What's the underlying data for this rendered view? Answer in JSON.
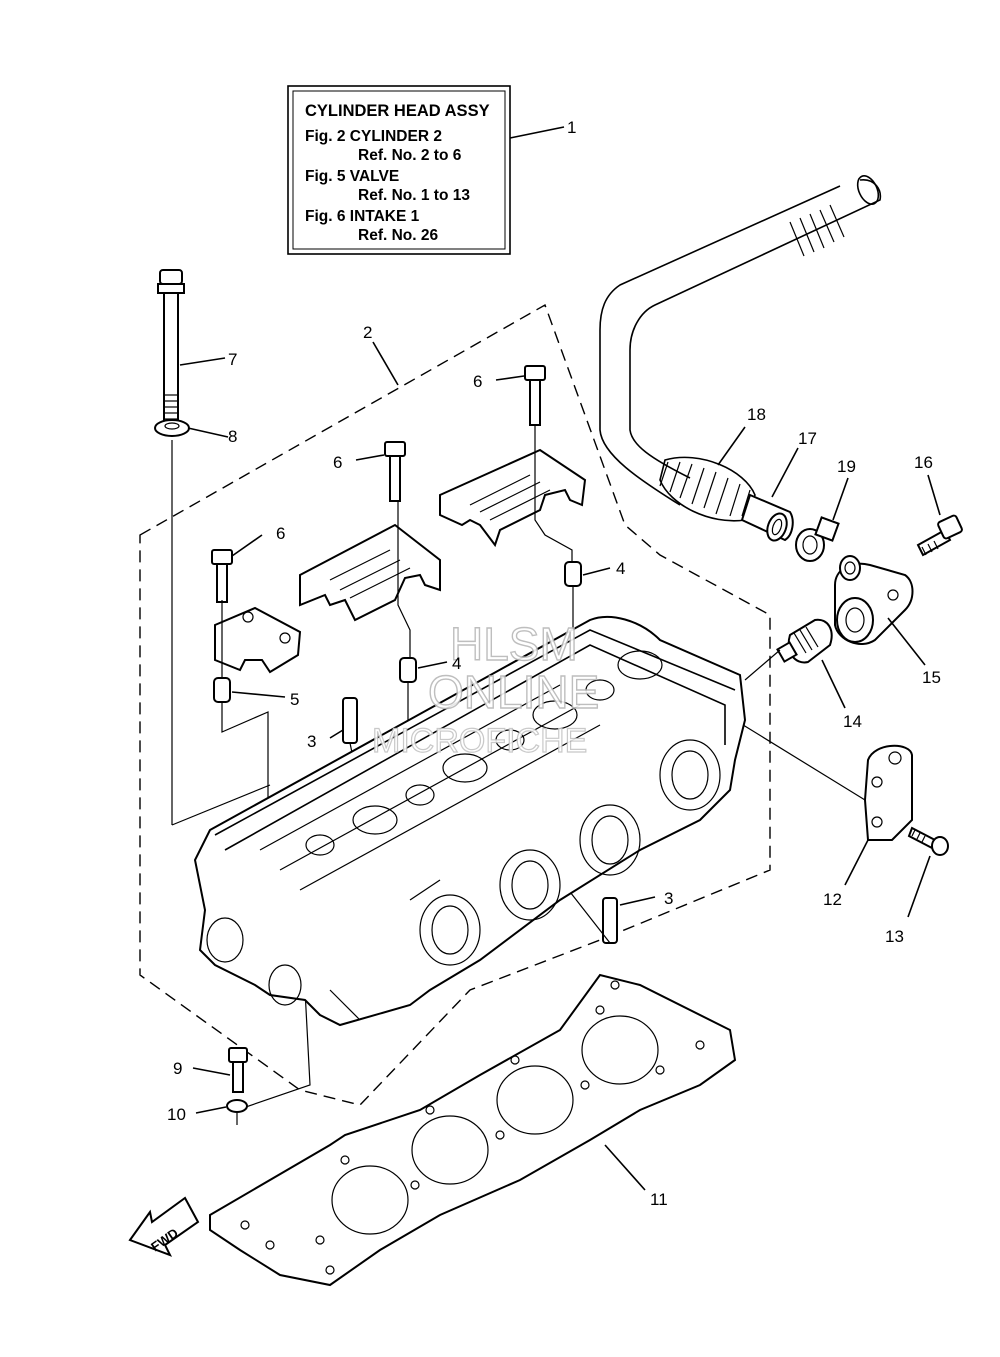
{
  "info_box": {
    "title": "CYLINDER HEAD ASSY",
    "lines": [
      {
        "fig": "Fig. 2 CYLINDER 2",
        "ref": "Ref. No. 2 to 6"
      },
      {
        "fig": "Fig. 5 VALVE",
        "ref": "Ref. No. 1 to 13"
      },
      {
        "fig": "Fig. 6 INTAKE 1",
        "ref": "Ref. No. 26"
      }
    ]
  },
  "callouts": [
    "1",
    "2",
    "3",
    "3",
    "4",
    "4",
    "5",
    "6",
    "6",
    "6",
    "7",
    "8",
    "9",
    "10",
    "11",
    "12",
    "13",
    "14",
    "15",
    "16",
    "17",
    "18",
    "19"
  ],
  "watermark": {
    "line1": "HLSM",
    "line2": "ONLINE",
    "line3": "MICROFICHE"
  },
  "fwd_label": "FWD"
}
